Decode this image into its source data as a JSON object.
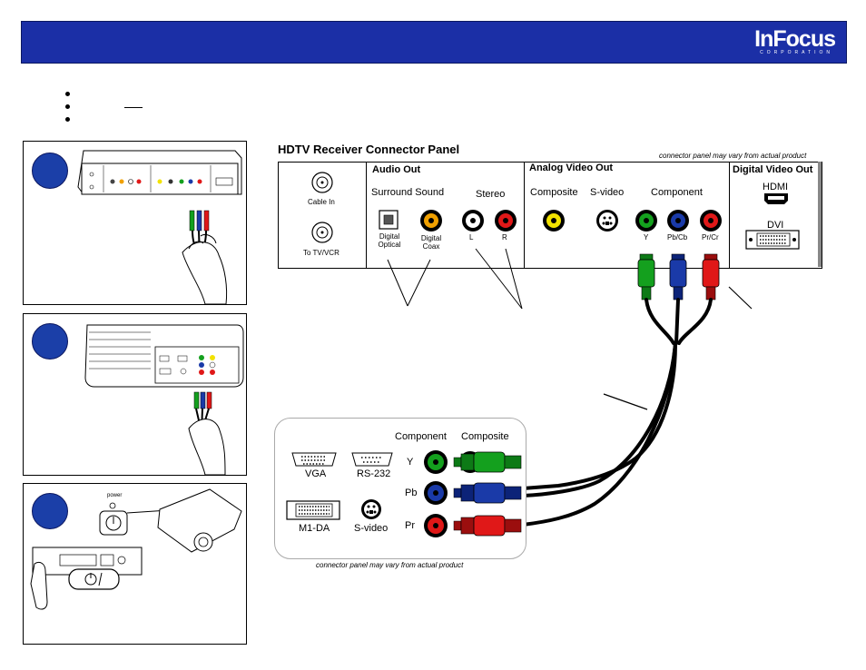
{
  "banner": {
    "logo": "InFocus",
    "logo_sub": "CORPORATION"
  },
  "panel": {
    "title": "HDTV Receiver Connector Panel",
    "note": "connector panel may vary from actual product",
    "cable_in": "Cable In",
    "to_tv_vcr": "To TV/VCR",
    "audio_out": "Audio Out",
    "surround_sound": "Surround Sound",
    "stereo": "Stereo",
    "digital_optical": "Digital\nOptical",
    "digital_coax": "Digital\nCoax",
    "l": "L",
    "r": "R",
    "analog_video_out": "Analog Video Out",
    "composite": "Composite",
    "svideo": "S-video",
    "component": "Component",
    "y": "Y",
    "pbcb": "Pb/Cb",
    "prcr": "Pr/Cr",
    "digital_video_out": "Digital Video Out",
    "hdmi": "HDMI",
    "dvi": "DVI"
  },
  "projector": {
    "component": "Component",
    "composite": "Composite",
    "vga": "VGA",
    "rs232": "RS-232",
    "m1da": "M1-DA",
    "svideo": "S-video",
    "y": "Y",
    "pb": "Pb",
    "pr": "Pr",
    "note": "connector panel may vary from actual product"
  },
  "step3": {
    "power": "power"
  },
  "colors": {
    "banner": "#1b2fa6",
    "green": "#14a01e",
    "blue": "#1a3aa8",
    "red": "#e01818",
    "yellow": "#f2e200",
    "orange": "#f0a000"
  }
}
